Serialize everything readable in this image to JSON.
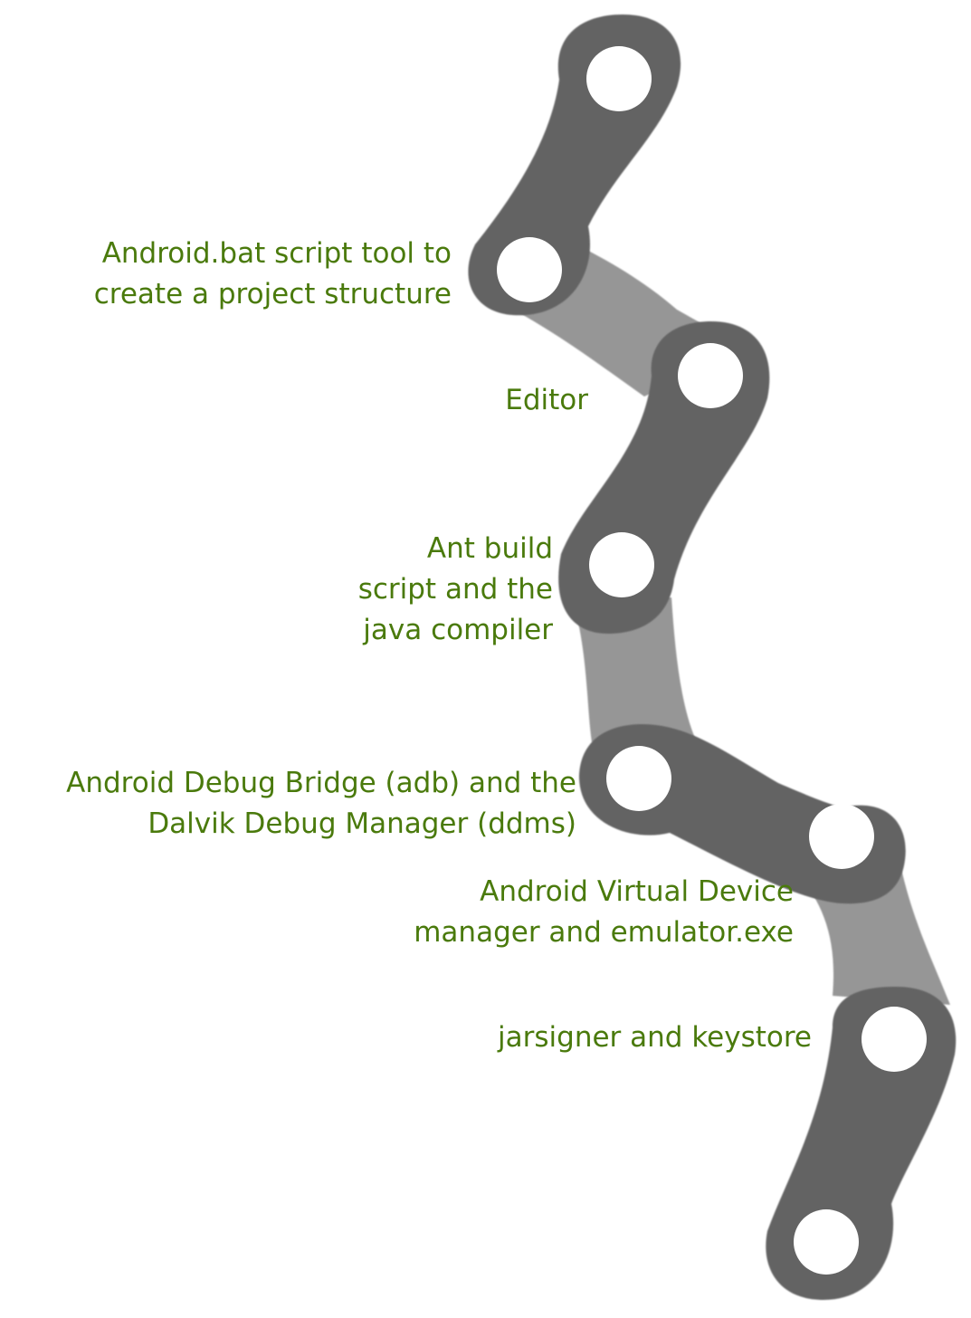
{
  "colors": {
    "text": "#4a7a0c",
    "link_dark": "#646464",
    "link_light": "#969696",
    "hole": "#ffffff"
  },
  "steps": [
    {
      "lines": [
        "Android.bat script tool to",
        "create a project structure"
      ]
    },
    {
      "lines": [
        "Editor"
      ]
    },
    {
      "lines": [
        "Ant build",
        "script and the",
        "java compiler"
      ]
    },
    {
      "lines": [
        "Android Debug Bridge (adb) and the",
        "Dalvik Debug Manager (ddms)"
      ]
    },
    {
      "lines": [
        "Android Virtual Device",
        "manager and emulator.exe"
      ]
    },
    {
      "lines": [
        "jarsigner and keystore"
      ]
    }
  ]
}
